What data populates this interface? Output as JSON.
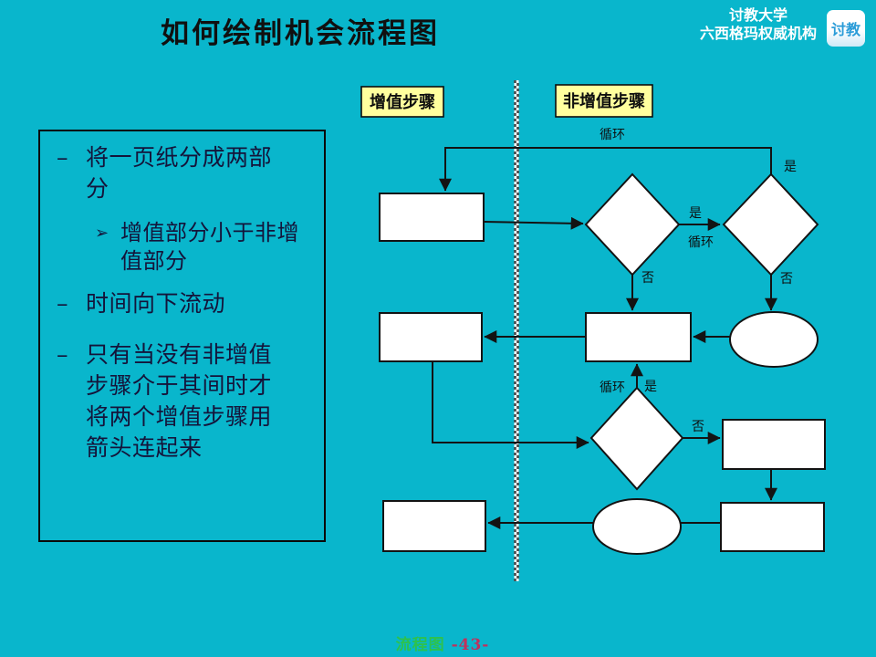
{
  "page": {
    "title": "如何绘制机会流程图",
    "brand": {
      "line1": "讨教大学",
      "line2": "六西格玛权威机构",
      "logo": "讨教"
    },
    "footer": {
      "label": "流程图",
      "page_no": "-43-"
    }
  },
  "notes": {
    "items": [
      {
        "bullet": "–",
        "text": "将一页纸分成两部分",
        "sub": [
          {
            "bullet": "➢",
            "text": "增值部分小于非增值部分"
          }
        ]
      },
      {
        "bullet": "–",
        "text": "时间向下流动"
      },
      {
        "bullet": "–",
        "text": "只有当没有非增值步骤介于其间时才将两个增值步骤用箭头连起来"
      }
    ]
  },
  "flowchart": {
    "value_column_label": "增值步骤",
    "nonvalue_column_label": "非增值步骤",
    "labels": {
      "loop_top": "循环",
      "yes_top": "是",
      "yes_mid": "是",
      "loop_mid": "循环",
      "no_left": "否",
      "no_right": "否",
      "loop_lower": "循环",
      "yes_lower": "是",
      "no_lower": "否"
    }
  },
  "colors": {
    "bg": "#09b6cc",
    "yellow": "#ffff9e",
    "ink": "#131313",
    "note-ink": "#14143a",
    "logo-blue": "#2b9cd8",
    "footer-green": "#2dc24d",
    "footer-red": "#c0305c"
  }
}
